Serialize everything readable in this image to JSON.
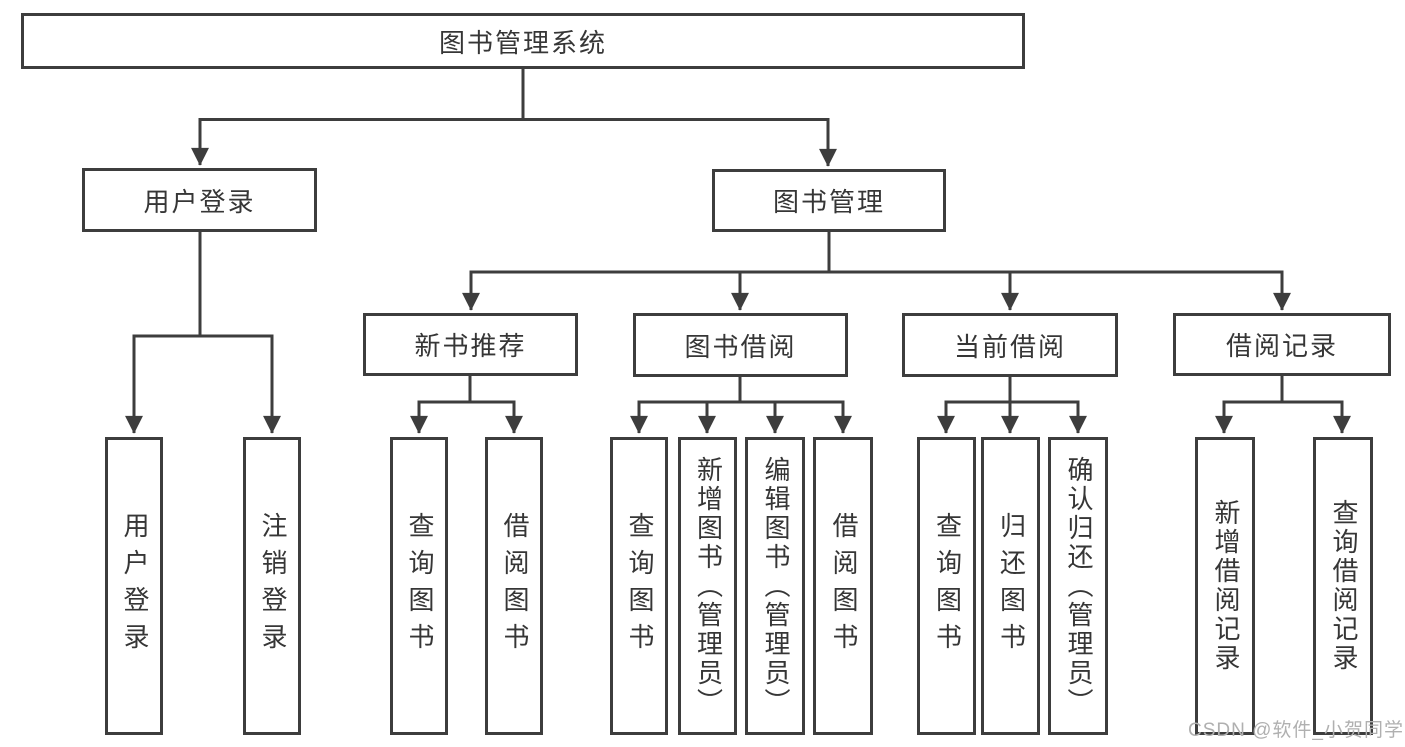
{
  "colors": {
    "background": "#ffffff",
    "line_and_border": "#3d3d3d",
    "text": "#363636",
    "watermark": "#b0b0b0"
  },
  "watermark": {
    "text": "CSDN @软件_小贺同学"
  },
  "diagram": {
    "type": "hierarchy-tree",
    "root": "图书管理系统",
    "branches": [
      {
        "label": "用户登录",
        "children": [
          "用户登录",
          "注销登录"
        ]
      },
      {
        "label": "图书管理",
        "children": [
          {
            "label": "新书推荐",
            "children": [
              "查询图书",
              "借阅图书"
            ]
          },
          {
            "label": "图书借阅",
            "children": [
              "查询图书",
              "新增图书（管理员）",
              "编辑图书（管理员）",
              "借阅图书"
            ]
          },
          {
            "label": "当前借阅",
            "children": [
              "查询图书",
              "归还图书",
              "确认归还（管理员）"
            ]
          },
          {
            "label": "借阅记录",
            "children": [
              "新增借阅记录",
              "查询借阅记录"
            ]
          }
        ]
      }
    ]
  }
}
